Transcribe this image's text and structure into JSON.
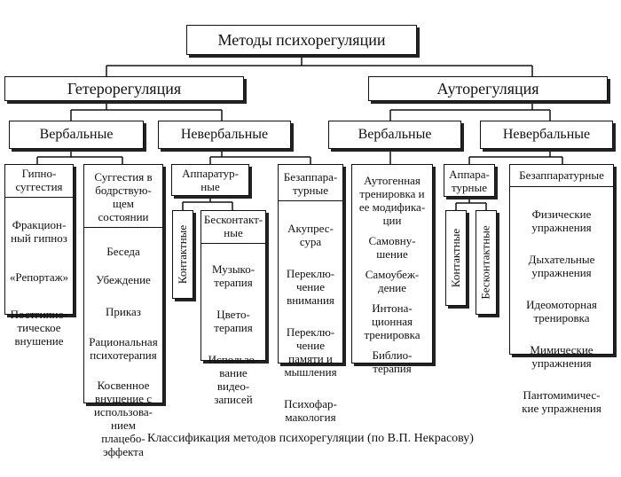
{
  "root": "Методы психорегуляции",
  "hetero": {
    "title": "Гетерорегуляция",
    "verbal": {
      "title": "Вербальные",
      "hypno_title": "Гипно-\nсуггестия",
      "hypno_items": [
        "Фракцион-\nный гипноз",
        "«Репортаж»",
        "Постгипно-\nтическое\nвнушение"
      ],
      "sugg_title": "Суггестия в\nбодрствую-\nщем\nсостоянии",
      "sugg_items": [
        "Беседа",
        "Убеждение",
        "Приказ",
        "Рациональная\nпсихотерапия",
        "Косвенное\nвнушение с\nиспользова-\nнием\nплацебо-\nэффекта"
      ]
    },
    "nonverbal": {
      "title": "Невербальные",
      "apparatus": "Аппаратур-\nные",
      "contact": "Контактные",
      "contactless_title": "Бесконтакт-\nные",
      "contactless_items": [
        "Музыко-\nтерапия",
        "Цвето-\nтерапия",
        "Использо-\nвание\nвидео-\nзаписей"
      ],
      "nonapparatus_title": "Безаппара-\nтурные",
      "nonapparatus_items": [
        "Акупрес-\nсура",
        "Переклю-\nчение\nвнимания",
        "Переклю-\nчение\nпамяти и\nмышления",
        "Психофар-\nмакология"
      ]
    }
  },
  "auto": {
    "title": "Ауторегуляция",
    "verbal": {
      "title": "Вербальные",
      "items": [
        "Аутогенная\nтренировка и\nее модифика-\nции",
        "Самовну-\nшение",
        "Самоубеж-\nдение",
        "Интона-\nционная\nтренировка",
        "Библио-\nтерапия"
      ]
    },
    "nonverbal": {
      "title": "Невербальные",
      "apparatus": "Аппара-\nтурные",
      "contact": "Контактные",
      "contactless": "Бесконтактные",
      "nonapparatus_title": "Безаппаратурные",
      "nonapparatus_items": [
        "Физические\nупражнения",
        "Дыхательные\nупражнения",
        "Идеомоторная\nтренировка",
        "Мимические\nупражнения",
        "Пантомимичес-\nкие упражнения"
      ]
    }
  },
  "caption": "Классификация методов психорегуляции  (по В.П. Некрасову)"
}
